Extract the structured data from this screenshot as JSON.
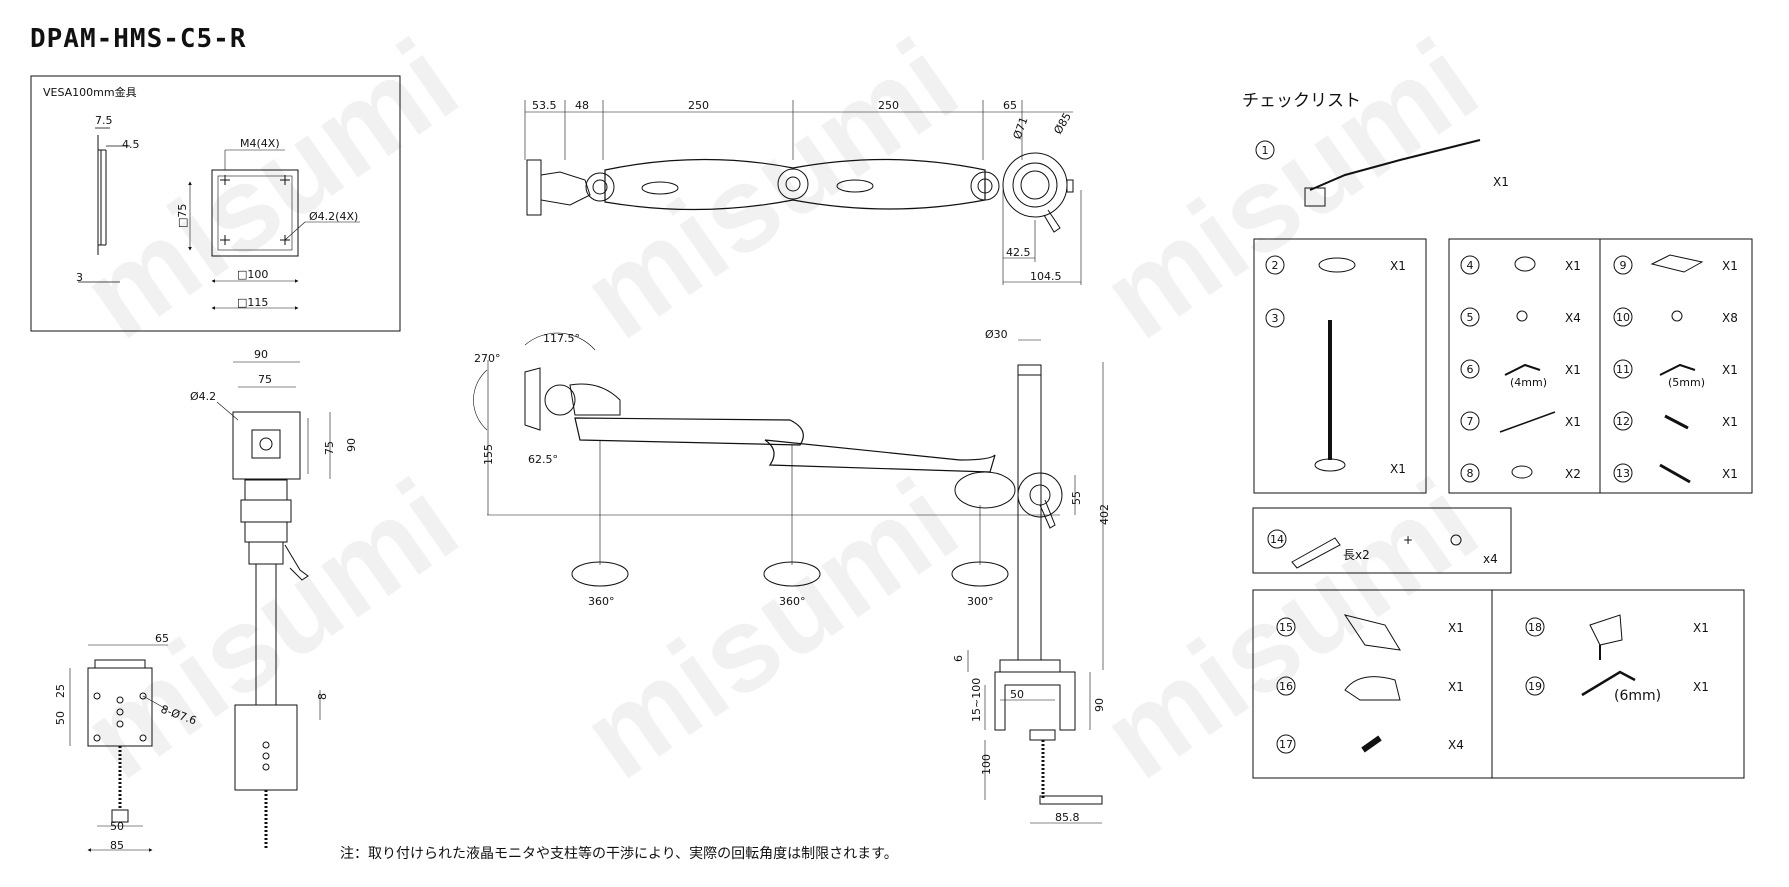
{
  "title": "DPAM-HMS-C5-R",
  "note": "注：取り付けられた液晶モニタや支柱等の干渉により、実際の回転角度は制限されます。",
  "watermark": "misumi",
  "vesa": {
    "label": "VESA100mm金具",
    "dims": [
      "7.5",
      "4.5",
      "3",
      "M4(4X)",
      "□75",
      "Ø4.2(4X)",
      "□100",
      "□115"
    ]
  },
  "top_view": {
    "dims": [
      "53.5",
      "48",
      "250",
      "250",
      "65",
      "Ø71",
      "Ø85",
      "42.5",
      "104.5"
    ]
  },
  "front_view": {
    "dims": [
      "90",
      "75",
      "Ø4.2",
      "75",
      "90",
      "8"
    ]
  },
  "clamp_front": {
    "dims": [
      "65",
      "25",
      "50",
      "8-Ø7.6",
      "50",
      "85"
    ]
  },
  "side_view": {
    "dims": [
      "117.5°",
      "270°",
      "155",
      "62.5°",
      "Ø30",
      "55",
      "402",
      "360°",
      "360°",
      "300°",
      "6",
      "50",
      "15~100",
      "90",
      "100",
      "85.8"
    ]
  },
  "checklist": {
    "title": "チェックリスト",
    "items": [
      {
        "no": "1",
        "qty": "X1"
      },
      {
        "no": "2",
        "qty": "X1"
      },
      {
        "no": "3",
        "qty": "X1"
      },
      {
        "no": "4",
        "qty": "X1"
      },
      {
        "no": "5",
        "qty": "X4"
      },
      {
        "no": "6",
        "qty": "X1",
        "label": "(4mm)"
      },
      {
        "no": "7",
        "qty": "X1"
      },
      {
        "no": "8",
        "qty": "X2"
      },
      {
        "no": "9",
        "qty": "X1"
      },
      {
        "no": "10",
        "qty": "X8"
      },
      {
        "no": "11",
        "qty": "X1",
        "label": "(5mm)"
      },
      {
        "no": "12",
        "qty": "X1"
      },
      {
        "no": "13",
        "qty": "X1"
      },
      {
        "no": "14",
        "qty": "x4",
        "label": "長x2",
        "plus": "+"
      },
      {
        "no": "15",
        "qty": "X1"
      },
      {
        "no": "16",
        "qty": "X1"
      },
      {
        "no": "17",
        "qty": "X4"
      },
      {
        "no": "18",
        "qty": "X1"
      },
      {
        "no": "19",
        "qty": "X1",
        "label": "(6mm)"
      }
    ]
  }
}
